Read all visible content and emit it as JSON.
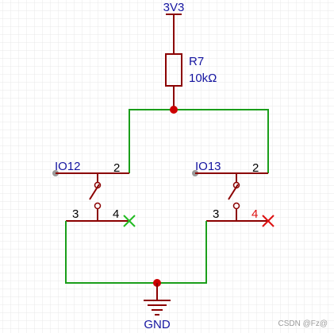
{
  "power": {
    "label": "3V3"
  },
  "resistor": {
    "ref": "R7",
    "value": "10kΩ"
  },
  "switch_left": {
    "net_label": "IO12",
    "pin2": "2",
    "pin3": "3",
    "pin4": "4"
  },
  "switch_right": {
    "net_label": "IO13",
    "pin2": "2",
    "pin3": "3",
    "pin4": "4"
  },
  "ground": {
    "label": "GND"
  },
  "watermark": {
    "text": "CSDN @Fz@"
  },
  "colors": {
    "wire": "#1a9e1a",
    "component": "#8b0000",
    "label": "#1414a0",
    "junction": "#cc0000",
    "no_connect_left": "#22bb22",
    "no_connect_right": "#dd1111",
    "grid": "#e9e9e9",
    "pin_number": "#000000",
    "pin_number_alt": "#dd1111",
    "watermark": "#9a9a9a"
  }
}
